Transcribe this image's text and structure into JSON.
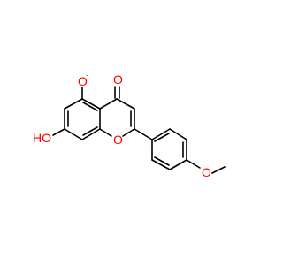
{
  "molecule": {
    "atoms": {
      "carbonyl_o": {
        "label": "O",
        "color": "#ff0000"
      },
      "oxide_o": {
        "label": "O",
        "color": "#ff0000",
        "charge": "-"
      },
      "hydroxyl_o": {
        "label": "HO",
        "color": "#ff0000"
      },
      "ring_o": {
        "label": "O",
        "color": "#ff0000"
      },
      "methoxy_o": {
        "label": "O",
        "color": "#ff0000"
      }
    },
    "colors": {
      "bond": "#000000",
      "heteroatom": "#ff0000"
    }
  }
}
